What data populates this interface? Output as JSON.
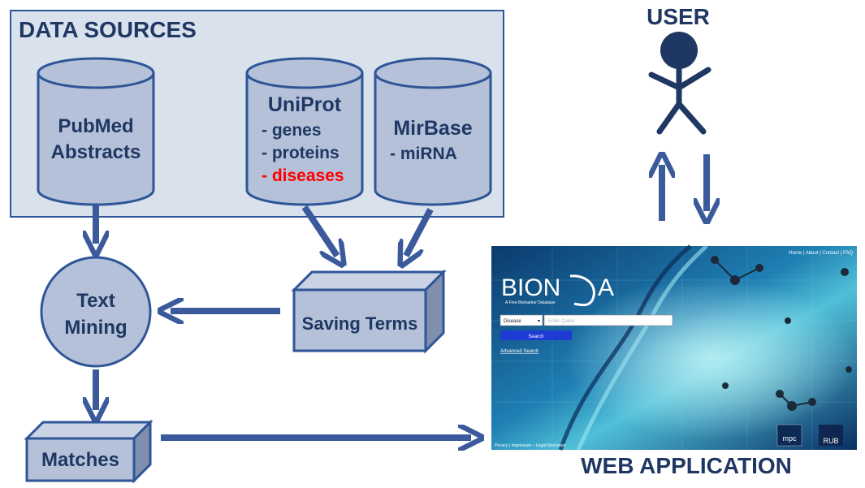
{
  "colors": {
    "panel_fill": "#d9e1ec",
    "border": "#2f5597",
    "shape_fill": "#b4c1d8",
    "arrow": "#3a5a9c",
    "label": "#1f3763",
    "highlight": "#ff0000",
    "user_figure": "#1f3763"
  },
  "data_sources": {
    "title": "DATA SOURCES",
    "pubmed": {
      "line1": "PubMed",
      "line2": "Abstracts"
    },
    "uniprot": {
      "title": "UniProt",
      "items": [
        "- genes",
        "- proteins",
        "- diseases"
      ]
    },
    "mirbase": {
      "title": "MirBase",
      "items": [
        "- miRNA"
      ]
    }
  },
  "text_mining": {
    "line1": "Text",
    "line2": "Mining"
  },
  "saving_terms": {
    "label": "Saving Terms"
  },
  "matches": {
    "label": "Matches"
  },
  "user": {
    "label": "USER"
  },
  "web_application": {
    "label": "WEB APPLICATION",
    "screenshot": {
      "top_nav": "Home | About | Contact | FAQ",
      "logo_text_left": "BION",
      "logo_text_right": "A",
      "tagline": "A Free Biomarker Database",
      "select_value": "Disease",
      "search_placeholder": "Enter Query",
      "search_button": "Search",
      "advanced_search": "Advanced Search",
      "footer_links": "Privacy | Impressum – Legal Disclosure",
      "mpc_logo": "mpc",
      "rub_logo": "RUB"
    }
  }
}
